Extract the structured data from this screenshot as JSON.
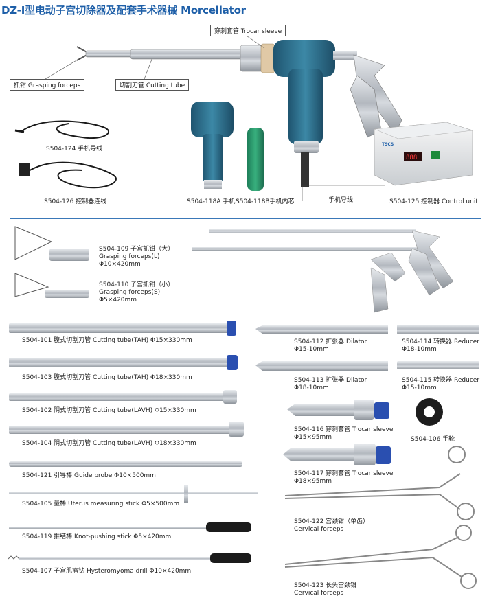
{
  "header": {
    "title": "DZ-I型电动子宫切除器及配套手术器械 Morcellator"
  },
  "top_section": {
    "callouts": {
      "trocar_sleeve": "穿刺套管 Trocar sleeve",
      "grasping_forceps": "抓钳 Grasping forceps",
      "cutting_tube": "切割刀管 Cutting tube",
      "handpiece_cable": "手机导线"
    },
    "items": [
      {
        "code": "S504-124 手机导线"
      },
      {
        "code": "S504-126 控制器连线"
      },
      {
        "code": "S504-118A 手机"
      },
      {
        "code": "S504-118B手机内芯"
      },
      {
        "code": "S504-125 控制器 Control unit"
      }
    ],
    "control_unit": {
      "brand": "TSCS",
      "display": "888"
    }
  },
  "catalog": {
    "forceps_l": {
      "line1": "S504-109 子宫抓钳（大）",
      "line2": "Grasping forceps(L)",
      "line3": "Φ10×420mm"
    },
    "forceps_s": {
      "line1": "S504-110 子宫抓钳（小）",
      "line2": "Grasping forceps(S)",
      "line3": "Φ5×420mm"
    },
    "left_items": [
      "S504-101 腹式切割刀管 Cutting tube(TAH) Φ15×330mm",
      "S504-103 腹式切割刀管 Cutting tube(TAH) Φ18×330mm",
      "S504-102 阴式切割刀管 Cutting tube(LAVH) Φ15×330mm",
      "S504-104 阴式切割刀管 Cutting tube(LAVH) Φ18×330mm",
      "S504-121 引导棒 Guide probe Φ10×500mm",
      "S504-105 量棒 Uterus measuring stick Φ5×500mm",
      "S504-119 推结棒 Knot-pushing stick Φ5×420mm",
      "S504-107 子宫肌瘤钻 Hysteromyoma drill   Φ10×420mm"
    ],
    "dilator_112": {
      "line1": "S504-112 扩张器 Dilator",
      "line2": "Φ15-10mm"
    },
    "dilator_113": {
      "line1": "S504-113 扩张器 Dilator",
      "line2": "Φ18-10mm"
    },
    "reducer_114": {
      "line1": "S504-114 转换器  Reducer",
      "line2": "Φ18-10mm"
    },
    "reducer_115": {
      "line1": "S504-115 转换器  Reducer",
      "line2": "Φ15-10mm"
    },
    "trocar_116": {
      "line1": "S504-116 穿刺套管 Trocar sleeve",
      "line2": "Φ15×95mm"
    },
    "trocar_117": {
      "line1": "S504-117 穿刺套管 Trocar sleeve",
      "line2": "Φ18×95mm"
    },
    "handwheel": "S504-106  手轮",
    "cervical_122": {
      "line1": "S504-122 宫颈钳（单齿）",
      "line2": "Cervical forceps"
    },
    "cervical_123": {
      "line1": "S504-123 长头宫颈钳",
      "line2": "Cervical forceps"
    }
  },
  "colors": {
    "accent": "#1e5fa8",
    "steel": "#b9bec4",
    "handle_blue": "#2d6f8a",
    "cap_blue": "#2a4fb0"
  }
}
